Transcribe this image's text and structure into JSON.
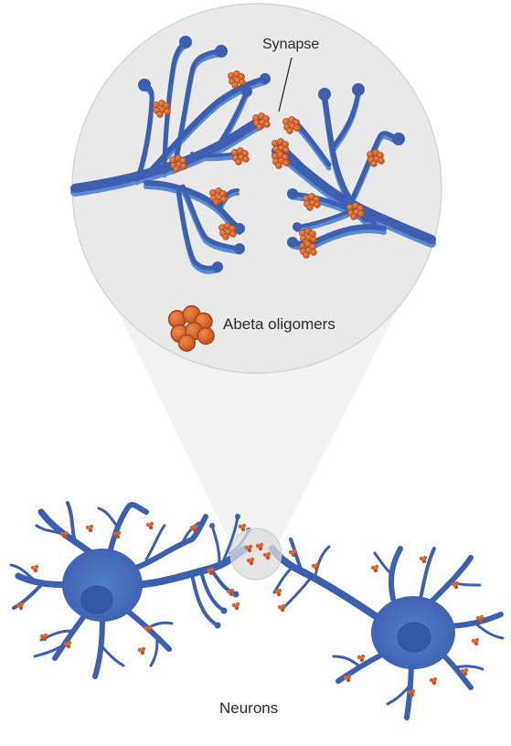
{
  "labels": {
    "synapse": "Synapse",
    "abeta": "Abeta oligomers",
    "neurons": "Neurons"
  },
  "colors": {
    "neuron_dark": "#3d5fb0",
    "neuron_light": "#5a8ad0",
    "oligomer": "#d8642a",
    "oligomer_dark": "#a8461c",
    "zoom_fill": "#e9e9e9",
    "zoom_stroke": "#cfcfcf",
    "cone_fill": "#f2f2f2"
  },
  "icons": [
    "abeta-oligomer-cluster-icon",
    "neuron-icon",
    "synapse-pointer-line"
  ]
}
